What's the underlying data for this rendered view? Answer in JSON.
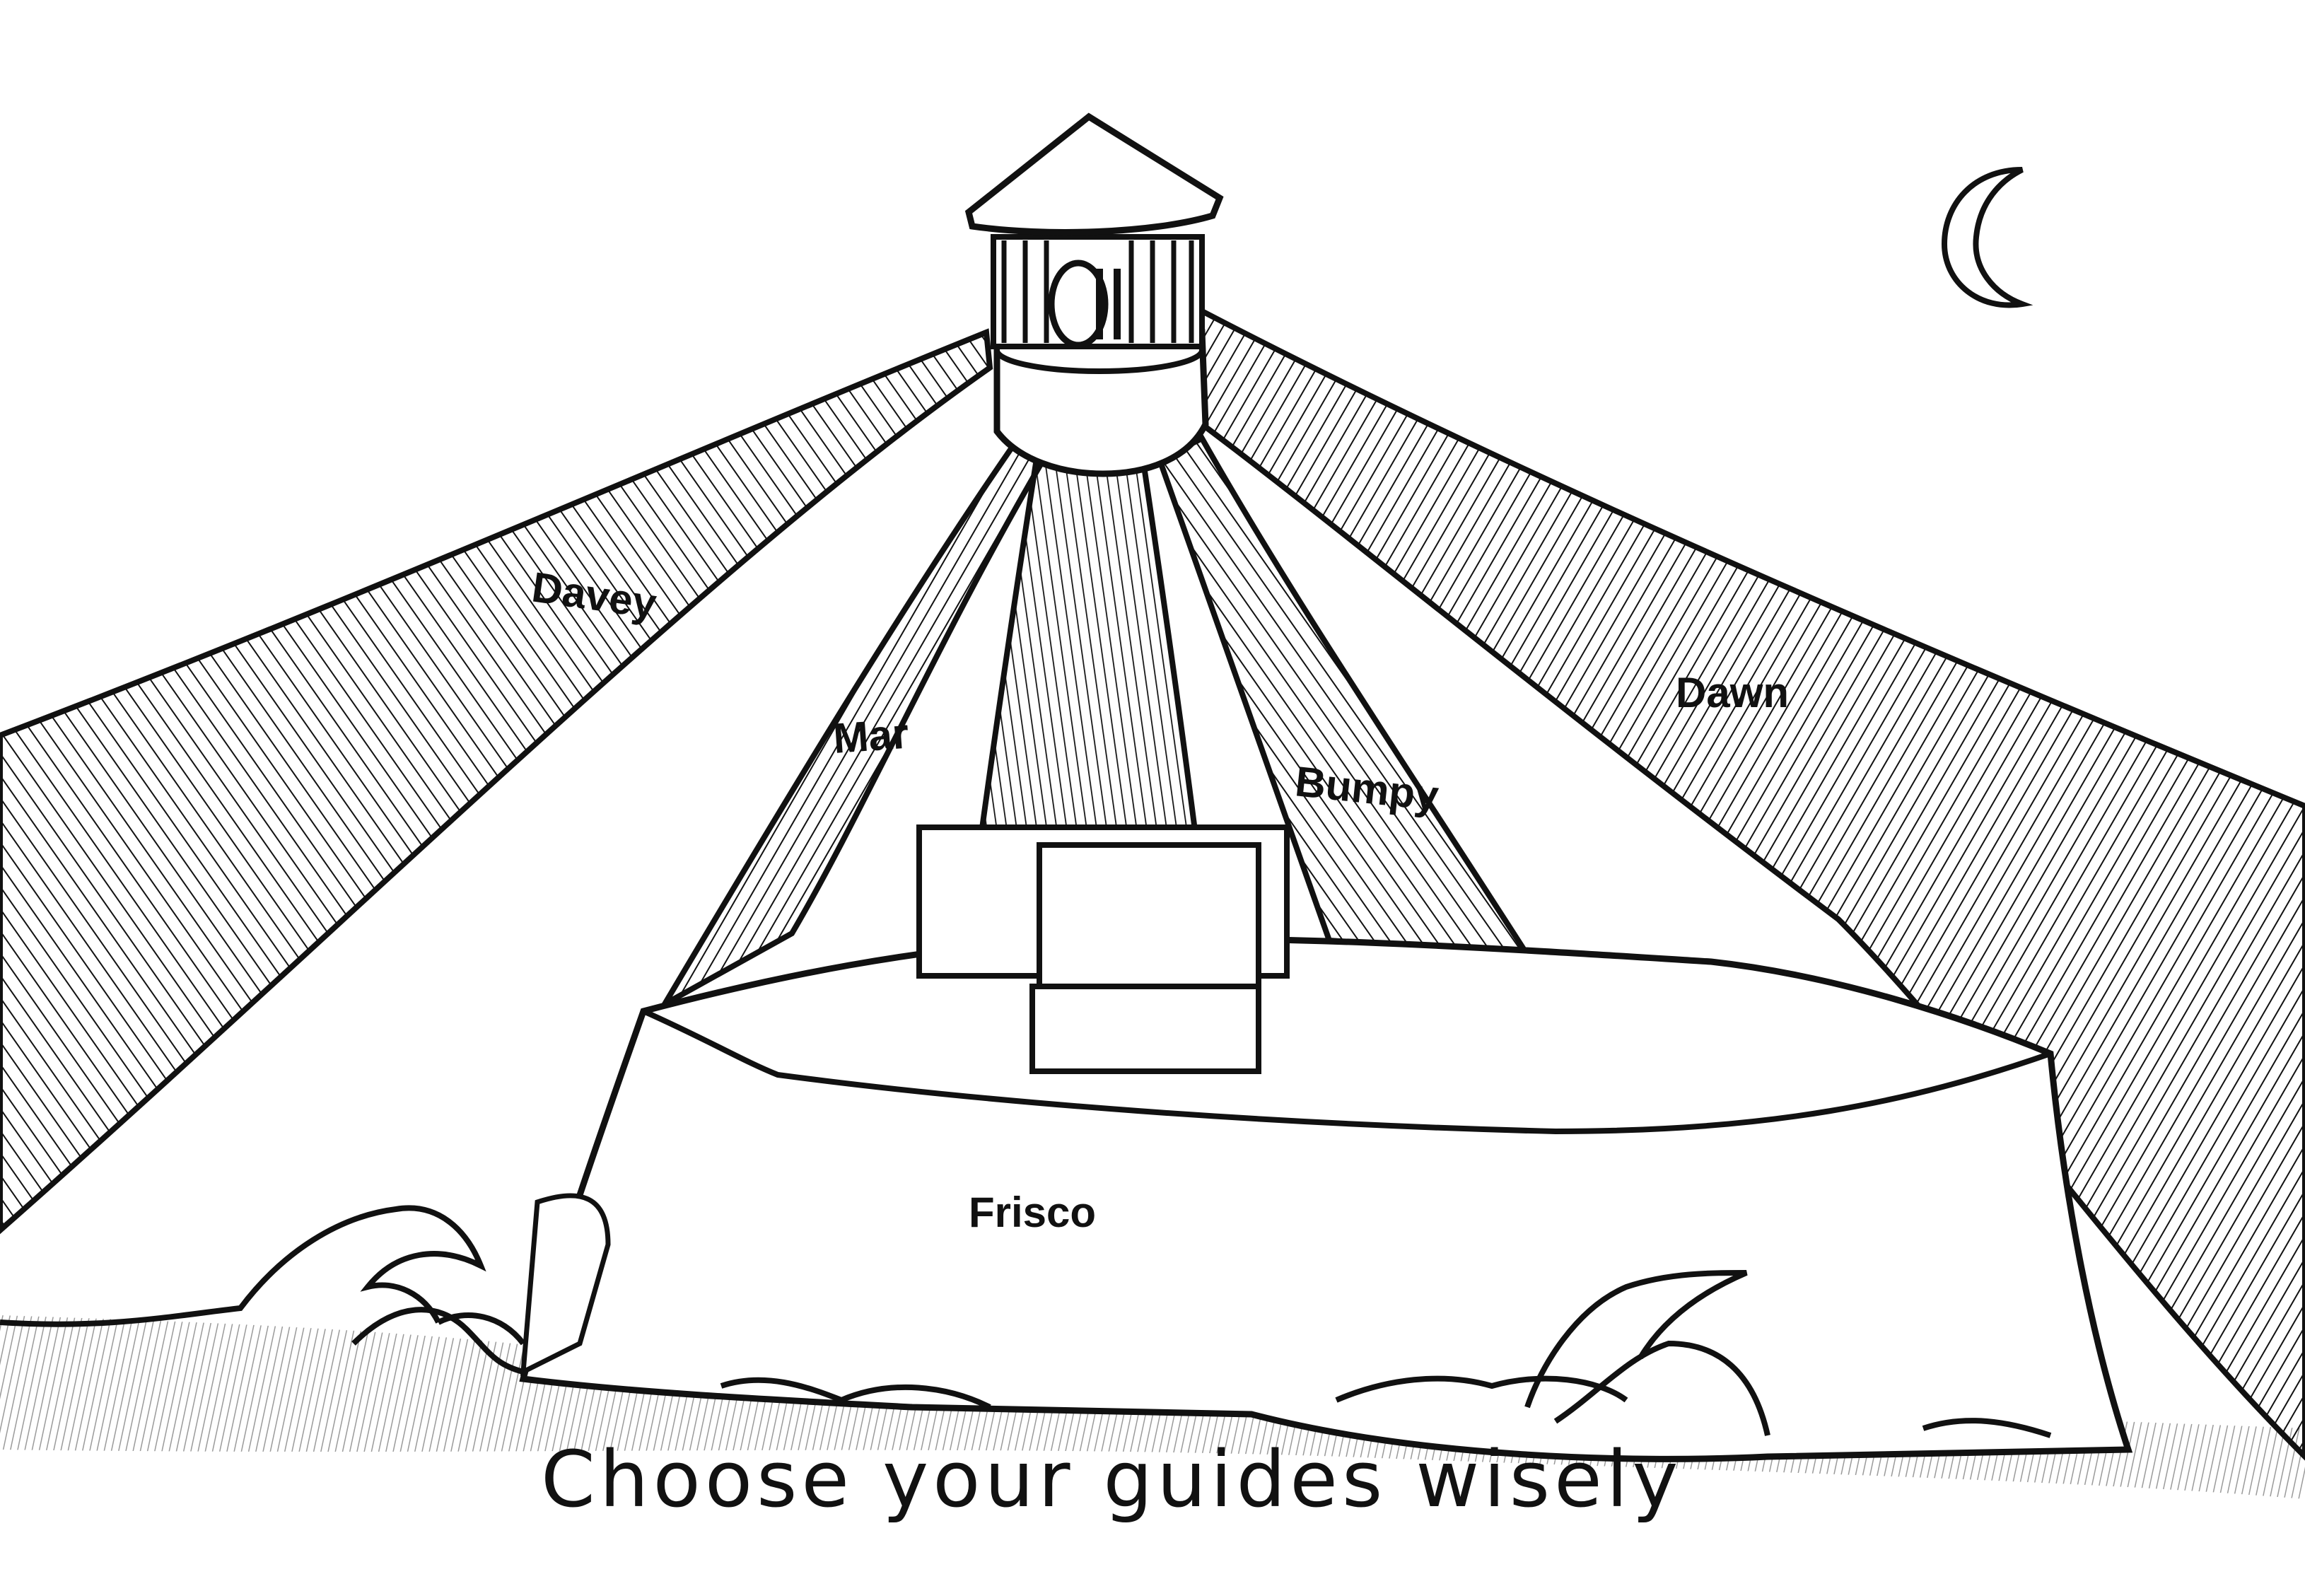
{
  "scene": {
    "caption": "Choose your guides wisely",
    "beams": [
      {
        "label": "Davey"
      },
      {
        "label": "Mar"
      },
      {
        "label": "Frisco"
      },
      {
        "label": "Bumpy"
      },
      {
        "label": "Dawn"
      }
    ],
    "icons": [
      "lighthouse-icon",
      "moon-icon",
      "rock-island-icon",
      "wave-icon"
    ],
    "colors": {
      "ink": "#111111",
      "paper": "#ffffff",
      "pencil": "#9a9a9a"
    }
  }
}
